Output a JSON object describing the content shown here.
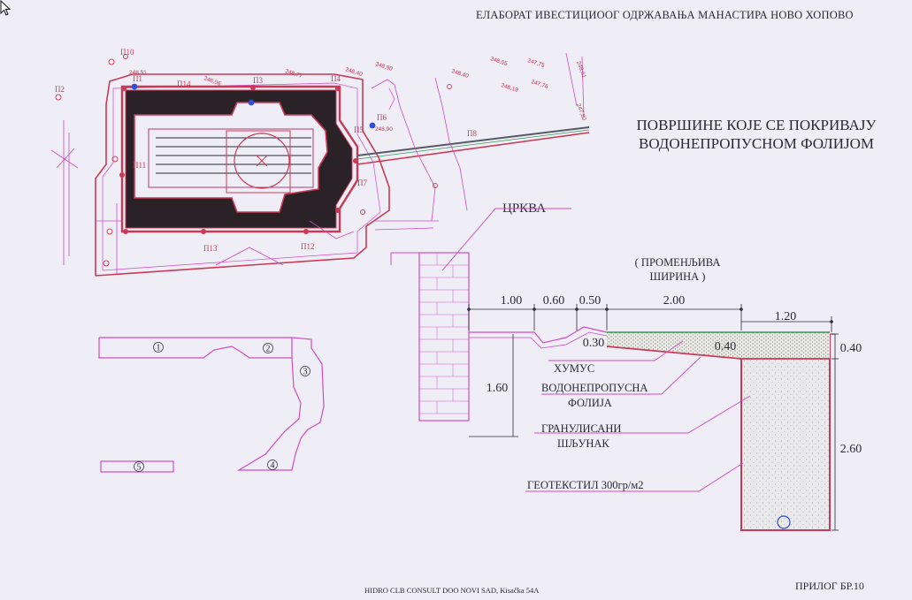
{
  "header": {
    "text": "ЕЛАБОРАТ ИВЕСТИЦИООГ ОДРЖАВАЊА МАНАСТИРА НОВО ХОПОВО"
  },
  "title": {
    "line1": "ПОВРШИНЕ КОЈЕ СЕ ПОКРИВАЈУ",
    "line2": "ВОДОНЕПРОПУСНОМ ФОЛИЈОМ"
  },
  "site_plan": {
    "point_labels": [
      "П10",
      "П1",
      "П2",
      "П3",
      "П4",
      "П5",
      "П6",
      "П7",
      "П8",
      "П11",
      "П12",
      "П13",
      "П14"
    ],
    "elevations": [
      "248,51",
      "248,06",
      "248,77",
      "248,40",
      "248,90",
      "248,40",
      "248,05",
      "247,75",
      "248,19",
      "247,76",
      "248,61",
      "247,80",
      "248,90"
    ]
  },
  "segments": {
    "labels": [
      "1",
      "2",
      "3",
      "4",
      "5"
    ]
  },
  "section": {
    "church_label": "ЦРКВА",
    "variable_width": {
      "line1": "( ПРОМЕНЉИВА",
      "line2": "ШИРИНА )"
    },
    "dimensions": {
      "d1": "1.00",
      "d2": "0.60",
      "d3": "0.50",
      "d4": "2.00",
      "d5": "1.20",
      "d6": "0.30",
      "d7": "0.40",
      "d8": "0.40",
      "d9": "1.60",
      "d10": "2.60"
    },
    "labels": {
      "humus": "ХУМУС",
      "membrane_1": "ВОДОНЕПРОПУСНА",
      "membrane_2": "ФОЛИЈА",
      "gravel_1": "ГРАНУЛИСАНИ",
      "gravel_2": "ШЉУНАК",
      "geotextile": "ГЕОТЕКСТИЛ 300гр/м2"
    }
  },
  "footer": {
    "company": "HIDRO CLB CONSULT DOO NOVI SAD, Kisačka 54A"
  },
  "annex": {
    "label": "ПРИЛОГ БР.10"
  },
  "colors": {
    "background": "#efedf6",
    "red": "#c93a56",
    "magenta": "#d04cc4",
    "dark_fill": "#2a2227",
    "ink": "#2a2a38",
    "gravel": "#e9e9ec",
    "green": "#3a9a55",
    "blue": "#2f4fd8"
  }
}
